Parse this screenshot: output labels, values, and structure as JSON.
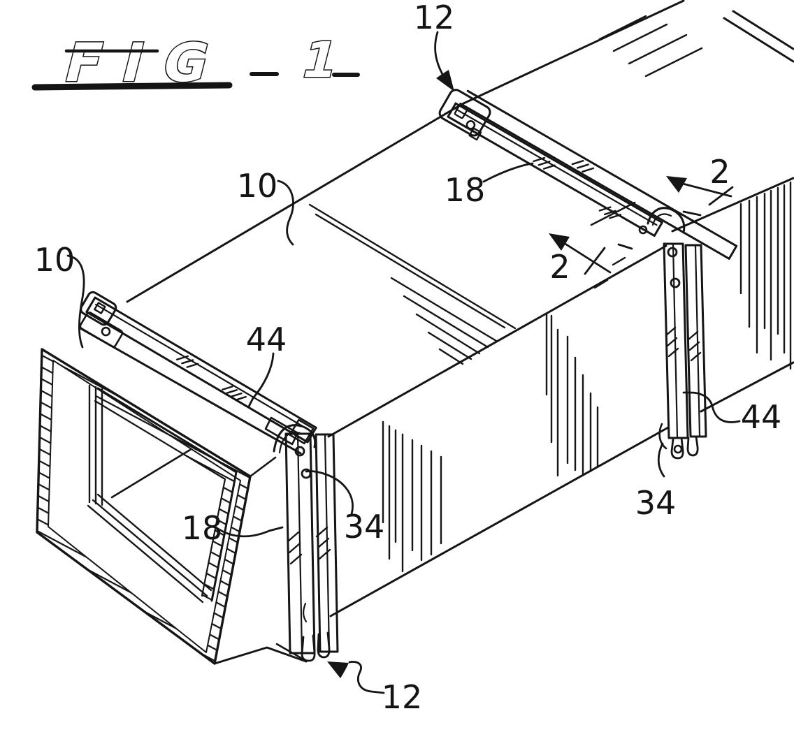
{
  "figure": {
    "label_word": "FIG",
    "figure_number": "1",
    "description": "Isometric patent line drawing of a rectangular duct assembly joined by flange rail connectors"
  },
  "drawing": {
    "background": "#ffffff",
    "line_color": "#151515",
    "numeral_color": "#141414"
  },
  "reference_numerals": [
    {
      "text": "12",
      "placement": "top",
      "points_to": "flange joint top corner bracket"
    },
    {
      "text": "10",
      "placement": "upper-middle",
      "points_to": "duct section top face"
    },
    {
      "text": "10",
      "placement": "far-left",
      "points_to": "front duct section at flange"
    },
    {
      "text": "18",
      "placement": "upper-center",
      "points_to": "transverse flange rail at mid joint"
    },
    {
      "text": "2",
      "placement": "left-of-joint",
      "points_to": "section line 2-2 left arrow"
    },
    {
      "text": "2",
      "placement": "right-of-joint",
      "points_to": "section line 2-2 right arrow"
    },
    {
      "text": "44",
      "placement": "center-left",
      "points_to": "front flange rail end cap"
    },
    {
      "text": "44",
      "placement": "right",
      "points_to": "vertical flange rail at mid joint"
    },
    {
      "text": "34",
      "placement": "center",
      "points_to": "front corner bracket bolt"
    },
    {
      "text": "34",
      "placement": "lower-right",
      "points_to": "bottom corner bracket at mid joint"
    },
    {
      "text": "18",
      "placement": "lower-left",
      "points_to": "front vertical flange rail"
    },
    {
      "text": "12",
      "placement": "bottom",
      "points_to": "front flange bottom corner bracket"
    }
  ]
}
